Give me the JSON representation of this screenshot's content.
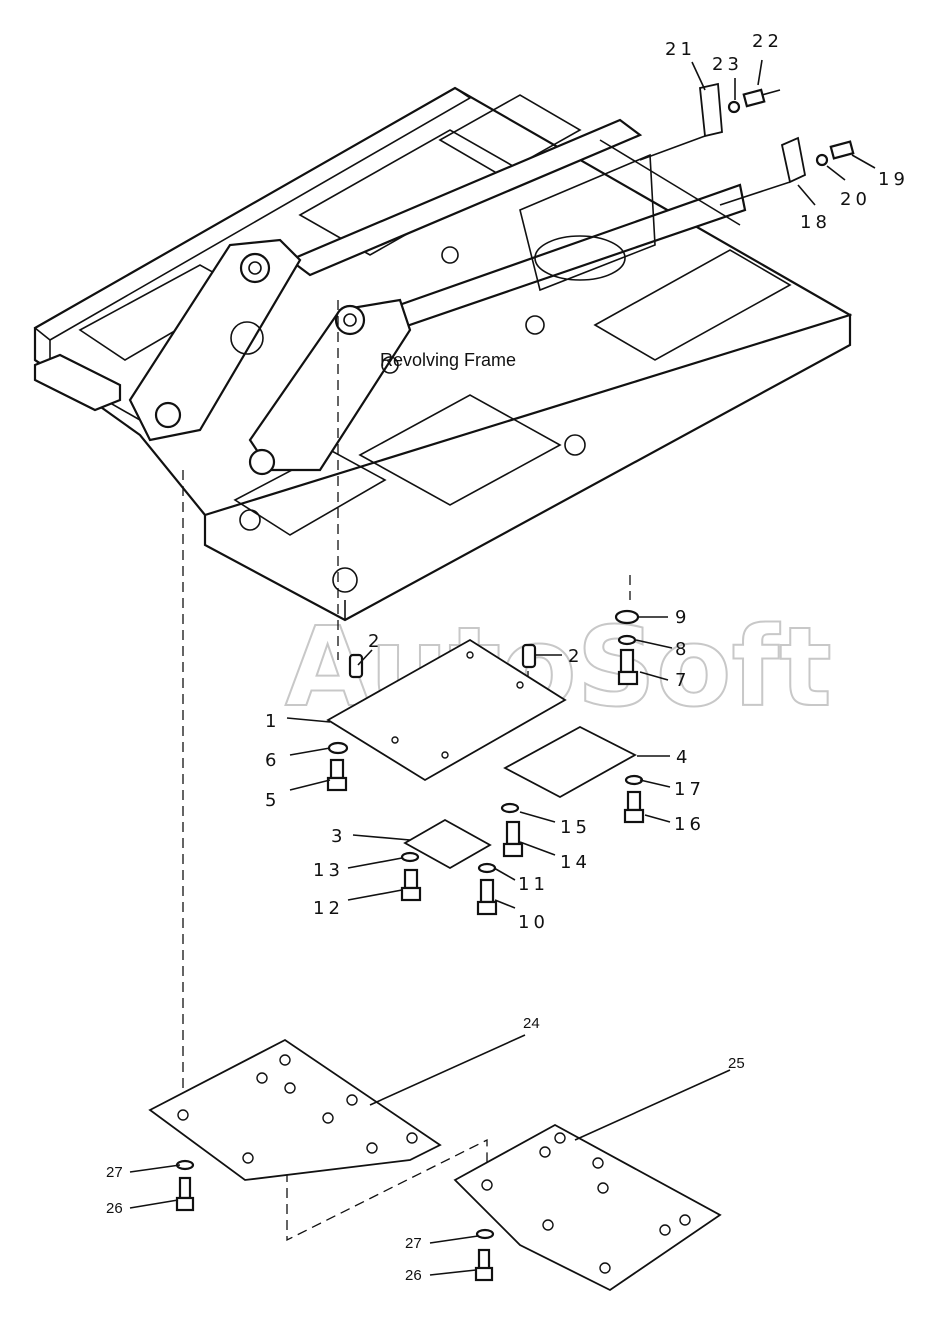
{
  "caption": "Revolving Frame",
  "watermark": "AutoSoft",
  "labels": {
    "p1": "1",
    "p2a": "2",
    "p2b": "2",
    "p3": "3",
    "p4": "4",
    "p5": "5",
    "p6": "6",
    "p7": "7",
    "p8": "8",
    "p9": "9",
    "p10": "10",
    "p11": "11",
    "p12": "12",
    "p13": "13",
    "p14": "14",
    "p15": "15",
    "p16": "16",
    "p17": "17",
    "p18": "18",
    "p19": "19",
    "p20": "20",
    "p21": "21",
    "p22": "22",
    "p23": "23",
    "p24": "24",
    "p25": "25",
    "p26a": "26",
    "p26b": "26",
    "p27a": "27",
    "p27b": "27"
  },
  "colors": {
    "line": "#111111",
    "watermark": "#c8c8c8",
    "background": "#ffffff"
  }
}
